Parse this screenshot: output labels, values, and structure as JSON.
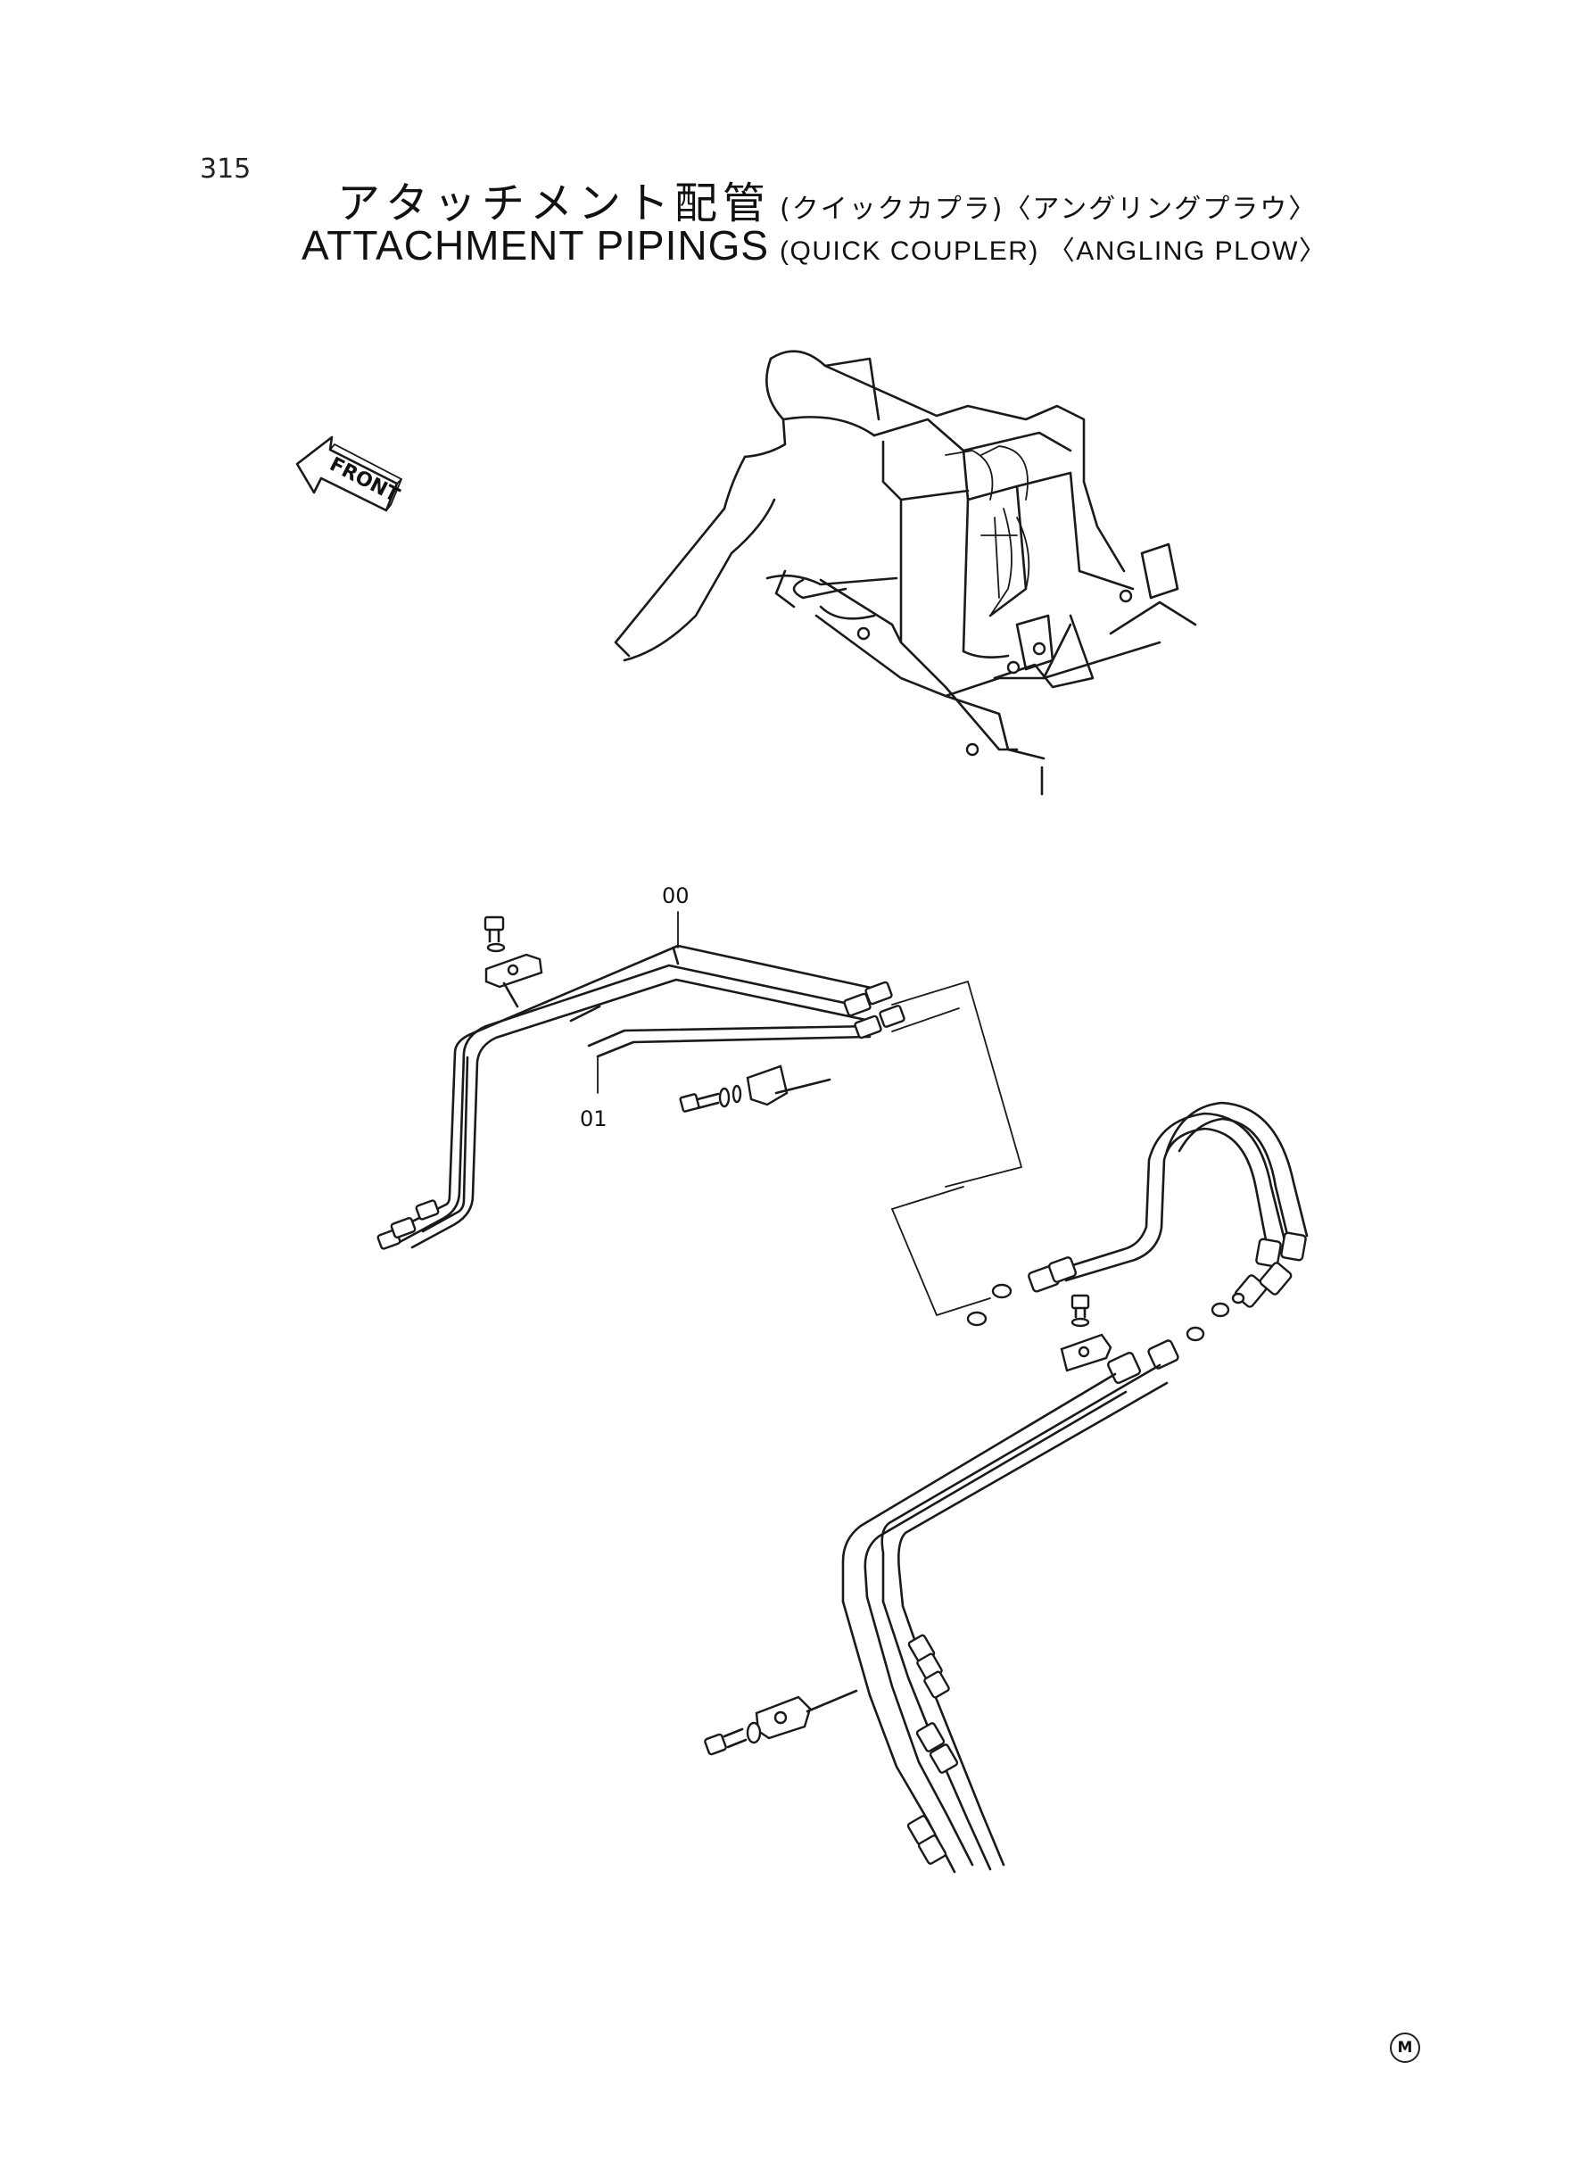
{
  "page": {
    "number": "315",
    "title_jp": "アタッチメント配管",
    "subtitle_jp": "(クイックカプラ)〈アングリングプラウ〉",
    "title_en": "ATTACHMENT PIPINGS",
    "subtitle_en": "(QUICK COUPLER) 〈ANGLING PLOW〉"
  },
  "drawing": {
    "front_arrow_label": "FRONT",
    "callouts": [
      "00",
      "01"
    ]
  },
  "footer": {
    "mark": "M"
  }
}
